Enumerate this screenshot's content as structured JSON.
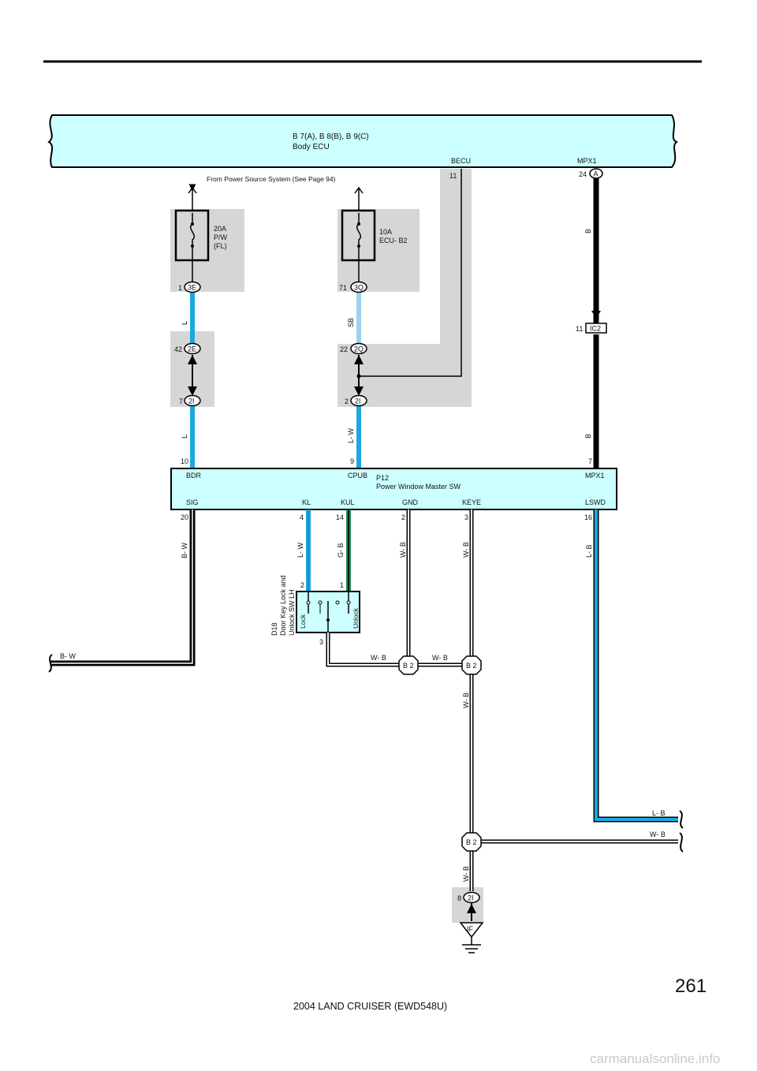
{
  "page": {
    "page_number": "261",
    "footer": "2004 LAND CRUISER (EWD548U)",
    "watermark": "carmanualsonline.info"
  },
  "colors": {
    "ecu_fill": "#ccffff",
    "shade": "#d6d6d6",
    "wire_blue": "#1aa9df",
    "wire_light_blue": "#99d3ee",
    "wire_green": "#1e8a4a",
    "wire_black": "#000000"
  },
  "body_ecu": {
    "title_line1": "B 7(A), B 8(B), B 9(C)",
    "title_line2": "Body ECU",
    "terminal_becu": "BECU",
    "terminal_mpx1": "MPX1",
    "pin_becu": "11",
    "pin_mpx1": "24",
    "connector_a": "A"
  },
  "power_source_note": "From Power Source System (See Page 94)",
  "fuses": [
    {
      "line1": "20A",
      "line2": "P/W",
      "line3": "(FL)"
    },
    {
      "line1": "10A",
      "line2": "ECU- B2"
    }
  ],
  "connectors": {
    "c_3e": {
      "code": "3E",
      "pin": "1"
    },
    "c_3q": {
      "code": "3Q",
      "pin": "71"
    },
    "c_2e": {
      "code": "2E",
      "pin": "42"
    },
    "c_2q": {
      "code": "2Q",
      "pin": "22"
    },
    "c_2i_left": {
      "code": "2I",
      "pin": "7"
    },
    "c_2i_mid": {
      "code": "2I",
      "pin": "2"
    },
    "c_ic2": {
      "code": "IC2",
      "pin": "11"
    },
    "c_2i_bottom": {
      "code": "2I",
      "pin": "8"
    }
  },
  "wire_colors": {
    "l_upper": "L",
    "l_lower": "L",
    "sb": "SB",
    "lw_upper": "L- W",
    "b_upper": "B",
    "b_lower": "B",
    "bw": "B- W",
    "lw_lower": "L- W",
    "gb": "G- B",
    "wb_gnd": "W- B",
    "wb_keye": "W- B",
    "lb": "L- B",
    "bw_end": "B- W",
    "wb_sw": "W- B",
    "wb_mid": "W- B",
    "wb_down": "W- B",
    "lb_end": "L- B",
    "wb_end": "W- B",
    "wb_ground": "W- B"
  },
  "master_sw": {
    "name_line1": "P12",
    "name_line2": "Power Window Master SW",
    "top_terminals": {
      "bdr": "BDR",
      "cpub": "CPUB",
      "mpx1": "MPX1"
    },
    "top_pins": {
      "bdr": "10",
      "cpub": "9",
      "mpx1": "7"
    },
    "bottom_terminals": {
      "sig": "SIG",
      "kl": "KL",
      "kul": "KUL",
      "gnd": "GND",
      "keye": "KEYE",
      "lswd": "LSWD"
    },
    "bottom_pins": {
      "sig": "20",
      "kl": "4",
      "kul": "14",
      "gnd": "2",
      "keye": "3",
      "lswd": "16"
    }
  },
  "door_switch": {
    "code": "D18",
    "name_line1": "Door Key Lock and",
    "name_line2": "Unlock SW LH",
    "lock": "Lock",
    "unlock": "Unlock",
    "pin2": "2",
    "pin1": "1",
    "pin3": "3"
  },
  "grounds": {
    "b2_left": "B 2",
    "b2_right": "B 2",
    "b2_bottom": "B 2",
    "if": "IF"
  }
}
